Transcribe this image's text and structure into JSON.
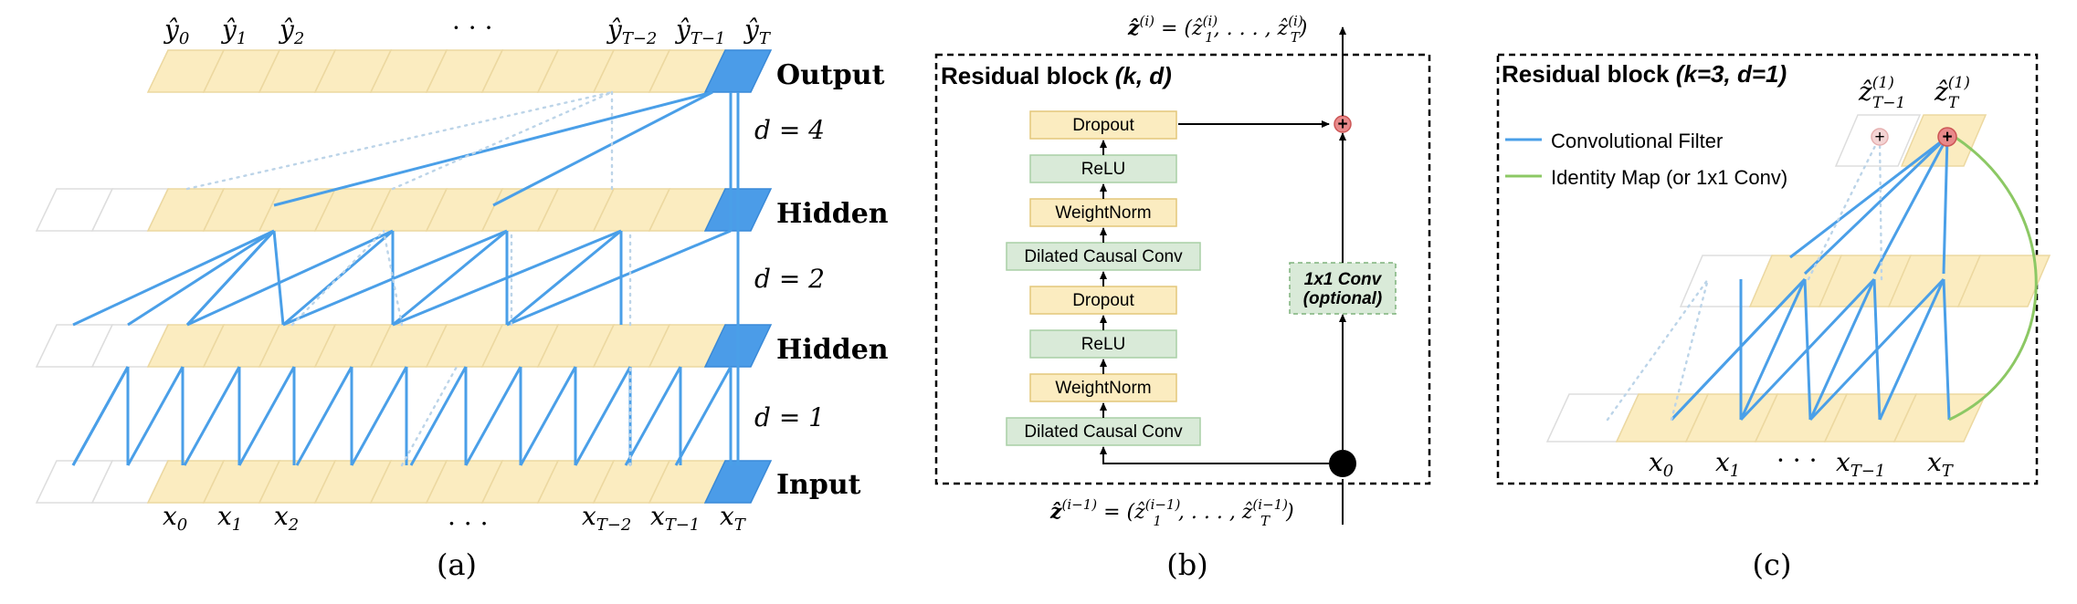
{
  "panel_a": {
    "row_labels": {
      "output": "Output",
      "hidden_top": "Hidden",
      "hidden_mid": "Hidden",
      "input": "Input"
    },
    "dilations": {
      "d4": "d = 4",
      "d2": "d = 2",
      "d1": "d = 1"
    },
    "top_labels": {
      "y0": "ŷ₀",
      "y1": "ŷ₁",
      "y2": "ŷ₂",
      "dots": "· · ·",
      "yT2": "ŷ_{T−2}",
      "yT1": "ŷ_{T−1}",
      "yT": "ŷ_T"
    },
    "bottom_labels": {
      "x0": "x₀",
      "x1": "x₁",
      "x2": "x₂",
      "dots": ". . .",
      "xT2": "x_{T−2}",
      "xT1": "x_{T−1}",
      "xT": "x_T"
    },
    "caption": "(a)"
  },
  "panel_b": {
    "title_normal": "Residual block ",
    "title_italic": "(k, d)",
    "top_label": "ẑ⁽ⁱ⁾ = (ẑ₁⁽ⁱ⁾, . . . , ẑ_T⁽ⁱ⁾)",
    "bottom_label": "ẑ⁽ⁱ⁻¹⁾ = (ẑ₁⁽ⁱ⁻¹⁾, . . . , ẑ_T⁽ⁱ⁻¹⁾)",
    "layers": {
      "dropout_top": "Dropout",
      "relu_top": "ReLU",
      "weightnorm_top": "WeightNorm",
      "conv_top": "Dilated Causal Conv",
      "dropout_bottom": "Dropout",
      "relu_bottom": "ReLU",
      "weightnorm_bottom": "WeightNorm",
      "conv_bottom": "Dilated Causal Conv"
    },
    "optional_line1": "1x1 Conv",
    "optional_line2": "(optional)",
    "caption": "(b)"
  },
  "panel_c": {
    "title_normal": "Residual block ",
    "title_italic": "(k=3, d=1)",
    "legend": {
      "conv": "Convolutional Filter",
      "identity": "Identity Map (or 1x1 Conv)"
    },
    "top_labels": {
      "zT1": "ẑ_{T−1}⁽¹⁾",
      "zT": "ẑ_T⁽¹⁾"
    },
    "bottom_labels": {
      "x0": "x₀",
      "x1": "x₁",
      "dots": "· · ·",
      "xT1": "x_{T−1}",
      "xT": "x_T"
    },
    "caption": "(c)"
  },
  "colors": {
    "cell": "#fbecc0",
    "accent_blue": "#4a9fe8",
    "green": "#8cc864",
    "add_node": "#e8898a"
  }
}
